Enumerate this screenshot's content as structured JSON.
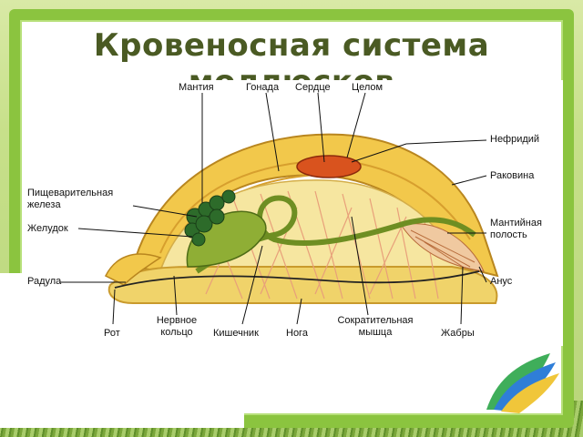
{
  "title_line1": "Кровеносная система",
  "title_line2": "моллюсков",
  "labels": {
    "mantle": "Мантия",
    "gonad": "Гонада",
    "heart": "Сердце",
    "coelom": "Целом",
    "nephridium": "Нефридий",
    "shell": "Раковина",
    "digestive_gland_l1": "Пищеварительная",
    "digestive_gland_l2": "железа",
    "stomach": "Желудок",
    "mantle_cavity_l1": "Мантийная",
    "mantle_cavity_l2": "полость",
    "radula": "Радула",
    "anus": "Анус",
    "mouth": "Рот",
    "nerve_ring_l1": "Нервное",
    "nerve_ring_l2": "кольцо",
    "intestine": "Кишечник",
    "foot": "Нога",
    "muscle_l1": "Сократительная",
    "muscle_l2": "мышца",
    "gills": "Жабры"
  },
  "colors": {
    "frame": "#8bc43f",
    "title": "#4a5a23",
    "shell": "#f2c84b",
    "body": "#f6e6a0",
    "foot": "#f0d36a",
    "muscle": "#e8a07a",
    "heart": "#d9531e",
    "organ_green": "#7fa02a",
    "gland_dark": "#2d6b2a"
  }
}
